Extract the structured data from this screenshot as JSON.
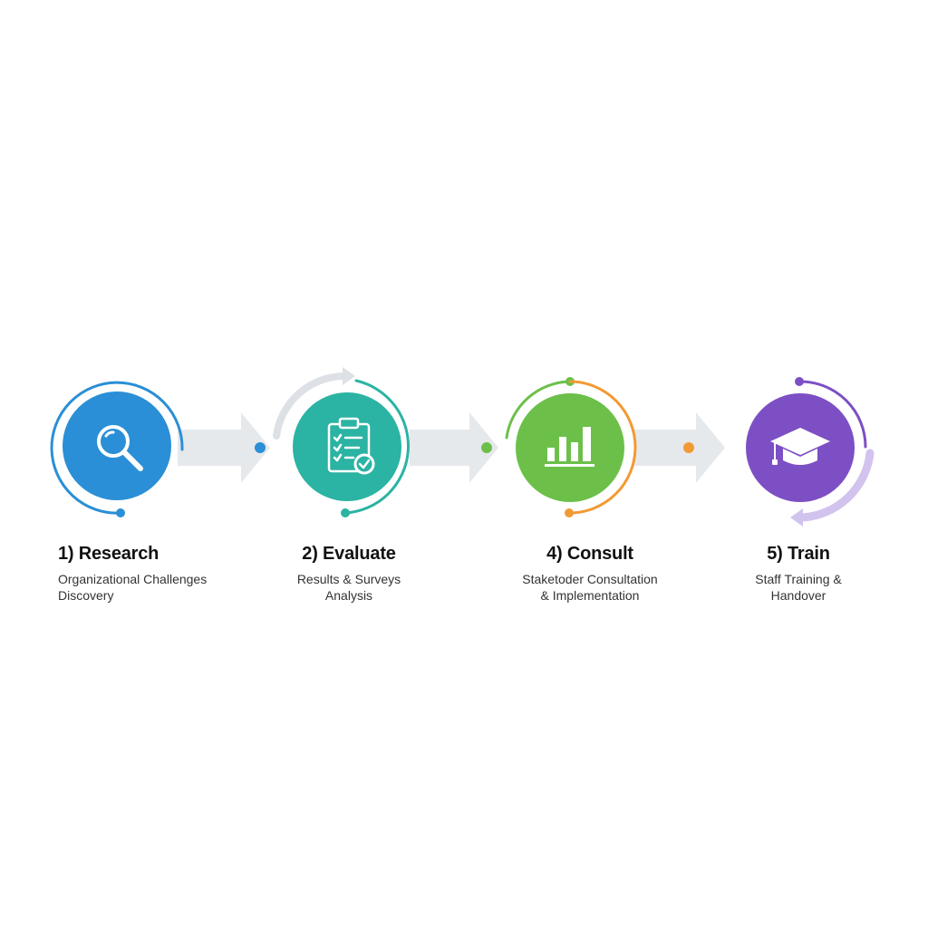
{
  "colors": {
    "research": "#2a8fd6",
    "evaluate": "#2bb3a3",
    "consult": "#6cc04a",
    "consult_ring": "#f29a33",
    "train": "#7d4fc4",
    "arrow": "#e6e9ec"
  },
  "steps": [
    {
      "title": "1) Research",
      "desc_line1": "Organizational Challenges",
      "desc_line2": "Discovery",
      "icon": "magnifier-icon"
    },
    {
      "title": "2) Evaluate",
      "desc_line1": "Results & Surveys",
      "desc_line2": "Analysis",
      "icon": "clipboard-check-icon"
    },
    {
      "title": "4) Consult",
      "desc_line1": "Staketoder Consultation",
      "desc_line2": "& Implementation",
      "icon": "bar-chart-icon"
    },
    {
      "title": "5) Train",
      "desc_line1": "Staff Training &",
      "desc_line2": "Handover",
      "icon": "graduation-cap-icon"
    }
  ]
}
